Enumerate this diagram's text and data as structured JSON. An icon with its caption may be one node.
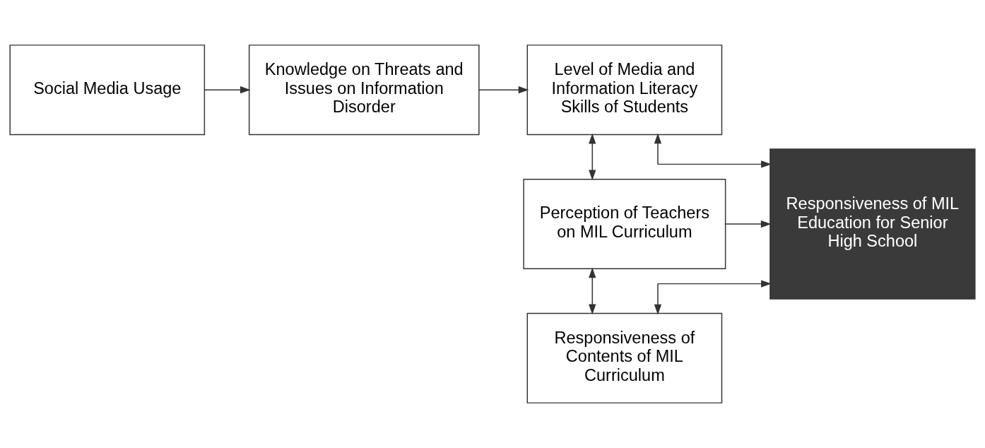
{
  "diagram": {
    "nodes": [
      {
        "text": [
          "Social Media Usage"
        ]
      },
      {
        "text": [
          "Knowledge on Threats and Issues on Information Disorder"
        ]
      },
      {
        "text": [
          "Level of Media and Information Literacy Skills of Students"
        ]
      },
      {
        "text": [
          "Perception of Teachers on MIL Curriculum"
        ]
      },
      {
        "text": [
          "Responsiveness of Contents of MIL Curriculum"
        ]
      },
      {
        "text": [
          "Responsiveness of MIL Education for Senior High School"
        ]
      }
    ],
    "edges": [
      {
        "from": 0,
        "to": 1,
        "arrow": "to"
      },
      {
        "from": 1,
        "to": 2,
        "arrow": "to"
      },
      {
        "from": 2,
        "to": 5,
        "arrow": "both"
      },
      {
        "from": 2,
        "to": 3,
        "arrow": "both"
      },
      {
        "from": 3,
        "to": 5,
        "arrow": "to"
      },
      {
        "from": 3,
        "to": 4,
        "arrow": "both"
      },
      {
        "from": 4,
        "to": 5,
        "arrow": "both"
      }
    ]
  }
}
